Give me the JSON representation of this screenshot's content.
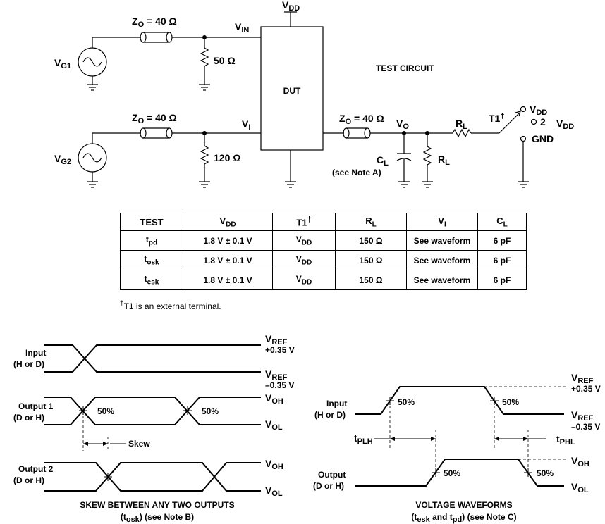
{
  "test_circuit": {
    "title": "TEST CIRCUIT",
    "dut": "DUT",
    "vdd_top": "V",
    "vdd_top_sub": "DD",
    "vg1": "V",
    "vg1_sub": "G1",
    "vg2": "V",
    "vg2_sub": "G2",
    "zo1": "Z",
    "zo1_sub": "O",
    "zo1_val": " = 40 Ω",
    "zo2": "Z",
    "zo2_sub": "O",
    "zo2_val": " = 40 Ω",
    "zo3": "Z",
    "zo3_sub": "O",
    "zo3_val": " = 40 Ω",
    "r50": "50 Ω",
    "r120": "120 Ω",
    "vin": "V",
    "vin_sub": "IN",
    "vi": "V",
    "vi_sub": "I",
    "vo": "V",
    "vo_sub": "O",
    "cl": "C",
    "cl_sub": "L",
    "cl_note": "(see Note A)",
    "rl_series": "R",
    "rl_series_sub": "L",
    "rl_shunt": "R",
    "rl_shunt_sub": "L",
    "t1": "T1",
    "t1_mark": "†",
    "sw_vdd": "V",
    "sw_vdd_sub": "DD",
    "sw_2": "2",
    "sw_gnd": "GND",
    "vdd_right": "V",
    "vdd_right_sub": "DD"
  },
  "table": {
    "headers": [
      {
        "main": "TEST",
        "sub": "",
        "sup": ""
      },
      {
        "main": "V",
        "sub": "DD",
        "sup": ""
      },
      {
        "main": "T1",
        "sub": "",
        "sup": "†"
      },
      {
        "main": "R",
        "sub": "L",
        "sup": ""
      },
      {
        "main": "V",
        "sub": "I",
        "sup": ""
      },
      {
        "main": "C",
        "sub": "L",
        "sup": ""
      }
    ],
    "rows": [
      {
        "test": "t",
        "test_sub": "pd",
        "vdd": "1.8 V ± 0.1 V",
        "t1": "V",
        "t1_sub": "DD",
        "rl": "150 Ω",
        "vi": "See waveform",
        "cl": "6 pF"
      },
      {
        "test": "t",
        "test_sub": "osk",
        "vdd": "1.8 V ± 0.1 V",
        "t1": "V",
        "t1_sub": "DD",
        "rl": "150 Ω",
        "vi": "See waveform",
        "cl": "6 pF"
      },
      {
        "test": "t",
        "test_sub": "esk",
        "vdd": "1.8 V ± 0.1 V",
        "t1": "V",
        "t1_sub": "DD",
        "rl": "150 Ω",
        "vi": "See waveform",
        "cl": "6 pF"
      }
    ],
    "footnote_mark": "†",
    "footnote": "T1 is an external terminal."
  },
  "skew": {
    "input_label": "Input",
    "input_sub": "(H or D)",
    "vref_hi": "V",
    "vref_hi_sub": "REF",
    "vref_hi_val": "+0.35 V",
    "vref_lo": "V",
    "vref_lo_sub": "REF",
    "vref_lo_val": "–0.35 V",
    "out1_label": "Output 1",
    "out1_sub": "(D or H)",
    "pct1": "50%",
    "pct2": "50%",
    "voh": "V",
    "voh_sub": "OH",
    "vol": "V",
    "vol_sub": "OL",
    "skew_label": "Skew",
    "out2_label": "Output 2",
    "out2_sub": "(D or H)",
    "voh2": "V",
    "voh2_sub": "OH",
    "vol2": "V",
    "vol2_sub": "OL",
    "caption1": "SKEW BETWEEN ANY TWO OUTPUTS",
    "caption2a": "(t",
    "caption2_sub": "osk",
    "caption2b": ") (see Note B)"
  },
  "voltage": {
    "vref_hi": "V",
    "vref_hi_sub": "REF",
    "vref_hi_val": "+0.35 V",
    "input_label": "Input",
    "input_sub": "(H or D)",
    "pct_in1": "50%",
    "pct_in2": "50%",
    "vref_lo": "V",
    "vref_lo_sub": "REF",
    "vref_lo_val": "–0.35 V",
    "tplh": "t",
    "tplh_sub": "PLH",
    "tphl": "t",
    "tphl_sub": "PHL",
    "voh": "V",
    "voh_sub": "OH",
    "output_label": "Output",
    "output_sub": "(D or H)",
    "pct_out1": "50%",
    "pct_out2": "50%",
    "vol": "V",
    "vol_sub": "OL",
    "caption1": "VOLTAGE WAVEFORMS",
    "caption2a": "(t",
    "caption2_sub1": "esk",
    "caption2b": " and t",
    "caption2_sub2": "pd",
    "caption2c": ") (see Note C)"
  }
}
